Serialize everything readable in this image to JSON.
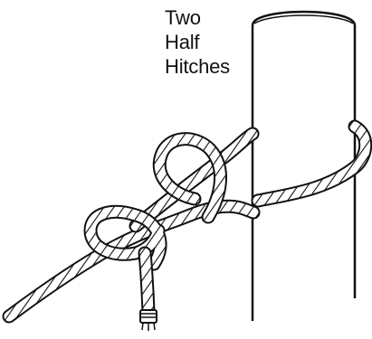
{
  "diagram": {
    "caption_lines": [
      "Two",
      "Half",
      "Hitches"
    ],
    "colors": {
      "ink": "#111111",
      "rope_fill": "#ffffff",
      "background": "#ffffff"
    }
  }
}
